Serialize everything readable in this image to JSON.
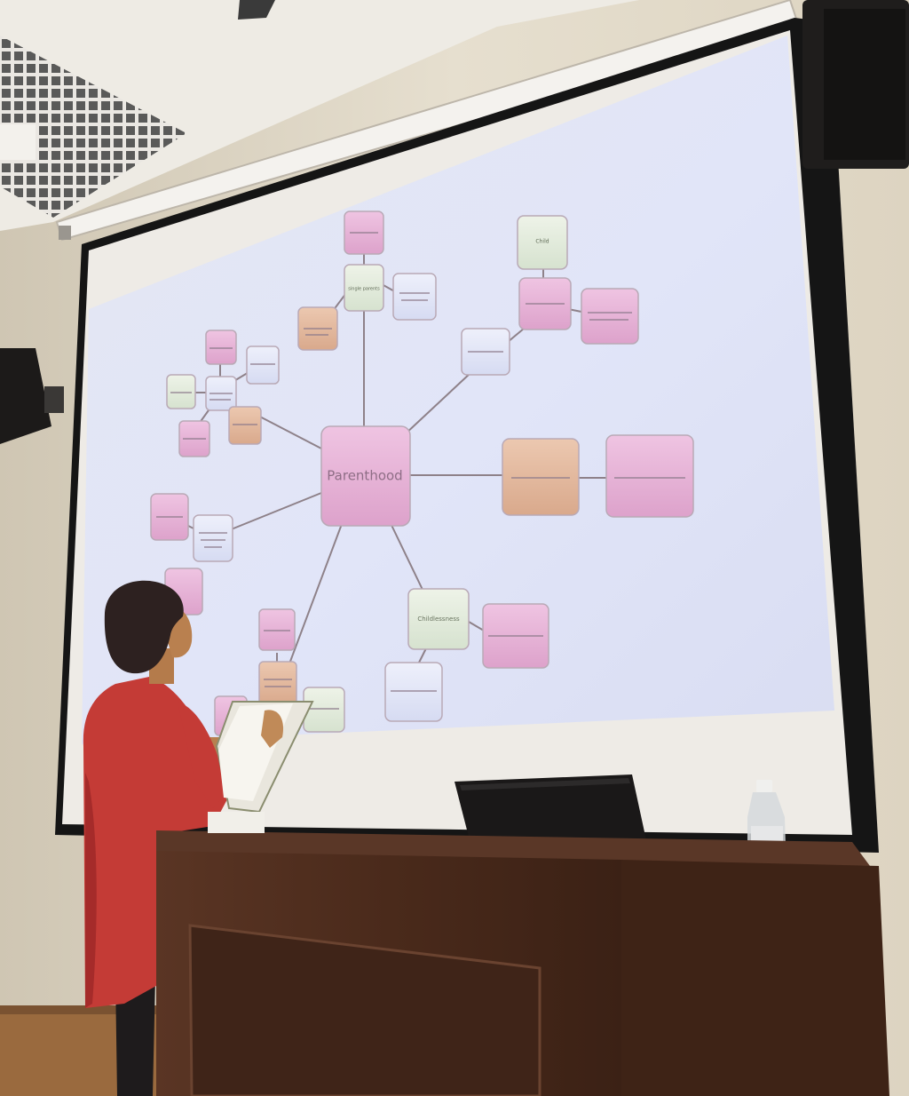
{
  "scene": {
    "description_free": true,
    "colors": {
      "wall": "#e8e1d2",
      "ceiling": "#eeece6",
      "screen": "#dfe4f4",
      "podium": "#4a2a1c",
      "shirt": "#c23a35",
      "node_pink": "#e6b2d6",
      "node_orange": "#e2b89e",
      "node_blue": "#dfe3f6",
      "node_green": "#dde8d6",
      "line": "#8a7f86"
    }
  },
  "mindmap": {
    "center": "Parenthood",
    "nodes": [
      {
        "id": "n1",
        "label": "",
        "style": "pink"
      },
      {
        "id": "n2",
        "label": "single parents",
        "style": "green"
      },
      {
        "id": "n3",
        "label": "",
        "style": "blue"
      },
      {
        "id": "n4",
        "label": "",
        "style": "orange"
      },
      {
        "id": "n5",
        "label": "Child",
        "style": "green"
      },
      {
        "id": "n6",
        "label": "",
        "style": "pink"
      },
      {
        "id": "n7",
        "label": "",
        "style": "pink"
      },
      {
        "id": "n8",
        "label": "",
        "style": "blue"
      },
      {
        "id": "n9",
        "label": "",
        "style": "pink"
      },
      {
        "id": "n10",
        "label": "",
        "style": "blue"
      },
      {
        "id": "n11",
        "label": "",
        "style": "green"
      },
      {
        "id": "n12",
        "label": "",
        "style": "blue"
      },
      {
        "id": "n13",
        "label": "",
        "style": "pink"
      },
      {
        "id": "n14",
        "label": "",
        "style": "orange"
      },
      {
        "id": "n15",
        "label": "",
        "style": "orange"
      },
      {
        "id": "n16",
        "label": "",
        "style": "pink"
      },
      {
        "id": "n17",
        "label": "",
        "style": "pink"
      },
      {
        "id": "n18",
        "label": "",
        "style": "blue"
      },
      {
        "id": "n19",
        "label": "",
        "style": "pink"
      },
      {
        "id": "n20",
        "label": "Childlessness",
        "style": "green"
      },
      {
        "id": "n21",
        "label": "",
        "style": "pink"
      },
      {
        "id": "n22",
        "label": "",
        "style": "blue"
      },
      {
        "id": "n23",
        "label": "",
        "style": "pink"
      },
      {
        "id": "n24",
        "label": "",
        "style": "pink"
      },
      {
        "id": "n25",
        "label": "",
        "style": "green"
      }
    ]
  }
}
